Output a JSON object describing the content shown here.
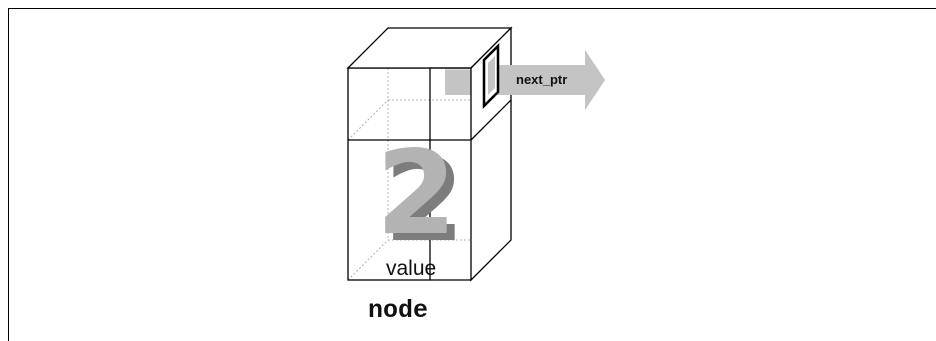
{
  "diagram": {
    "value_label": "value",
    "pointer_label": "next_ptr",
    "node_label": "node",
    "stored_value": "2"
  },
  "colors": {
    "line": "#000000",
    "hidden_edge": "#b0b0b0",
    "arrow_fill": "#c4c4c4",
    "digit_face": "#b3b3b3",
    "digit_side": "#7d7d7d"
  }
}
